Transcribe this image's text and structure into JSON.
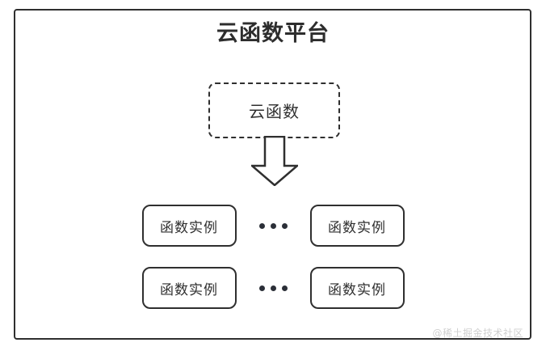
{
  "diagram": {
    "title": "云函数平台",
    "cloud_function": {
      "label": "云函数",
      "border_style": "dashed"
    },
    "arrow": {
      "icon": "down-block-arrow",
      "direction": "down"
    },
    "instance_rows": [
      {
        "left_box": {
          "label": "函数实例"
        },
        "ellipsis": "•••",
        "right_box": {
          "label": "函数实例"
        }
      },
      {
        "left_box": {
          "label": "函数实例"
        },
        "ellipsis": "•••",
        "right_box": {
          "label": "函数实例"
        }
      }
    ],
    "watermark": "@稀土掘金技术社区",
    "colors": {
      "stroke": "#2f2f2f",
      "text": "#2d2d2d",
      "background": "#ffffff",
      "dot": "#2b2f38",
      "watermark": "#cfcfcf"
    }
  }
}
